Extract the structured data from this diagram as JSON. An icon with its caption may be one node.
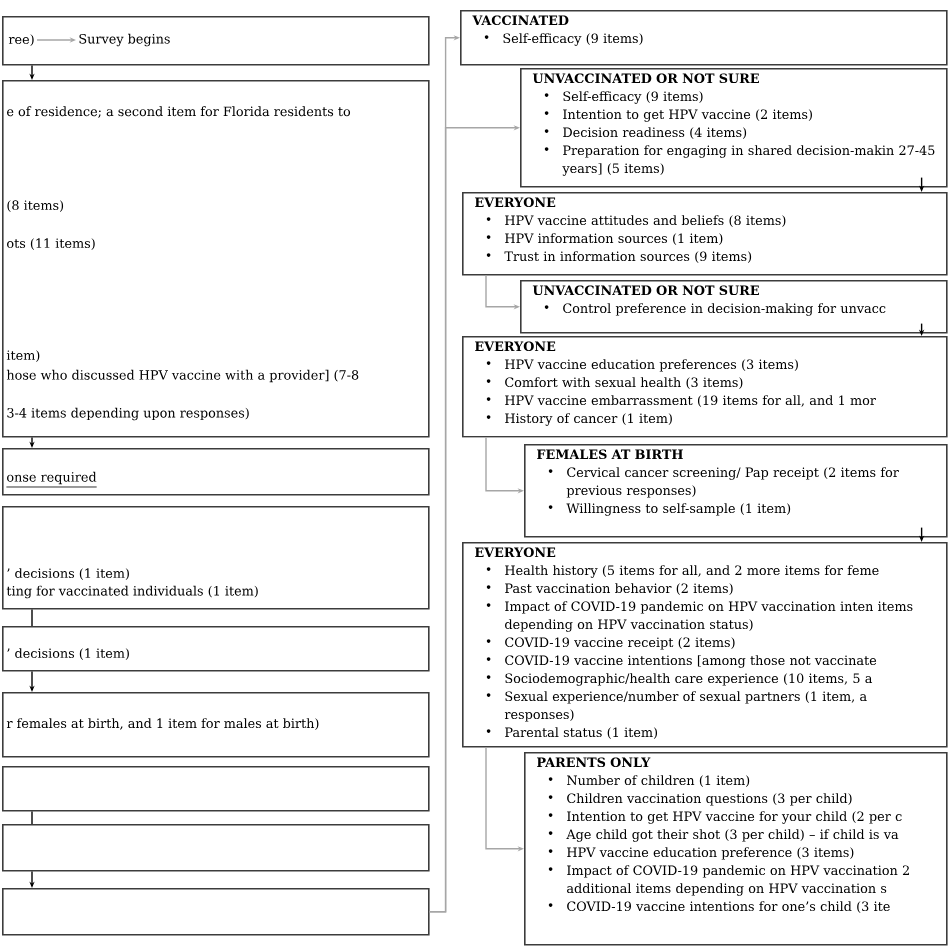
{
  "diagram": {
    "nodes": [
      {
        "text": [],
        "shape": "box"
      },
      {
        "text": [
          "ree)"
        ],
        "in": 0
      },
      {
        "text": [
          "Survey begins"
        ],
        "in": 0
      },
      {
        "text": [
          "e of residence; a second item for Florida residents to",
          "(8 items)",
          "ots (11 items)",
          "item)",
          "hose who discussed HPV vaccine with a provider] (7-8",
          "3-4 items depending upon responses)"
        ]
      },
      {
        "text": [
          "onse required"
        ]
      },
      {
        "text": [
          "’ decisions (1 item)",
          "ting for vaccinated individuals (1 item)"
        ]
      },
      {
        "text": [
          "’ decisions (1 item)"
        ]
      },
      {
        "text": [
          "r females at birth, and 1 item for males at birth)"
        ]
      },
      {
        "text": [],
        "shape": "box"
      },
      {
        "text": [],
        "shape": "box"
      },
      {
        "text": [],
        "shape": "box"
      },
      {
        "text": [
          "VACCINATED",
          "Self-efficacy (9 items)"
        ]
      },
      {
        "text": [
          "UNVACCINATED OR NOT SURE",
          "Self-efficacy (9 items)",
          "Intention to get HPV vaccine (2 items)",
          "Decision readiness (4 items)",
          "Preparation for engaging in shared decision-makin 27-45 years]   (5 items)"
        ]
      },
      {
        "text": [
          "EVERYONE",
          "HPV vaccine attitudes and beliefs (8 items)",
          "HPV information sources (1 item)",
          "Trust in information sources (9 items)"
        ]
      },
      {
        "text": [
          "UNVACCINATED OR NOT SURE",
          "Control preference in decision-making for unvacc"
        ]
      },
      {
        "text": [
          "EVERYONE",
          "HPV vaccine education preferences (3 items)",
          "Comfort with sexual health (3 items)",
          "HPV vaccine embarrassment (19 items for all, and 1 mor",
          "History of cancer (1 item)"
        ]
      },
      {
        "text": [
          "FEMALES AT BIRTH",
          "Cervical cancer screening/ Pap receipt (2 items for previous responses)",
          "Willingness to self-sample (1 item)"
        ]
      },
      {
        "text": [
          "EVERYONE",
          "Health history (5 items for all, and 2 more items for feme",
          "Past vaccination behavior (2 items)",
          "Impact of COVID-19 pandemic on HPV vaccination inten items depending on HPV vaccination status)",
          "COVID-19 vaccine receipt (2 items)",
          "COVID-19 vaccine intentions [among those not vaccinate",
          "Sociodemographic/health care experience (10 items, 5 a",
          "Sexual experience/number of sexual partners (1 item, a responses)",
          "Parental status (1 item)"
        ]
      },
      {
        "text": [
          "PARENTS ONLY",
          "Number of children (1 item)",
          "Children vaccination questions (3 per child)",
          "Intention to get HPV vaccine for your child (2 per c",
          "Age child got their shot (3 per child) – if child is va",
          "HPV vaccine education preference (3 items)",
          "Impact of COVID-19 pandemic on HPV vaccination 2 additional items depending on HPV vaccination s",
          "COVID-19 vaccine intentions for one’s child (3 ite"
        ]
      }
    ],
    "edges": [
      {
        "from": 1,
        "to": 2,
        "arrow": "to",
        "color": "#a6a6a6"
      },
      {
        "from": 0,
        "to": 3,
        "arrow": "to"
      },
      {
        "from": 3,
        "to": 4,
        "arrow": "to"
      },
      {
        "from": 5,
        "to": 6,
        "arrow": "none"
      },
      {
        "from": 6,
        "to": 7,
        "arrow": "to"
      },
      {
        "from": 8,
        "to": 9,
        "arrow": "none"
      },
      {
        "from": 9,
        "to": 10,
        "arrow": "to"
      },
      {
        "from": 10,
        "to": 11,
        "arrow": "to",
        "color": "#a6a6a6"
      },
      {
        "from": 10,
        "to": 12,
        "arrow": "to",
        "color": "#a6a6a6"
      },
      {
        "from": 12,
        "to": 13,
        "arrow": "to"
      },
      {
        "from": 13,
        "to": 14,
        "arrow": "to",
        "color": "#a6a6a6"
      },
      {
        "from": 14,
        "to": 15,
        "arrow": "to"
      },
      {
        "from": 15,
        "to": 16,
        "arrow": "to",
        "color": "#a6a6a6"
      },
      {
        "from": 16,
        "to": 17,
        "arrow": "to"
      },
      {
        "from": 17,
        "to": 18,
        "arrow": "to",
        "color": "#a6a6a6"
      }
    ]
  }
}
